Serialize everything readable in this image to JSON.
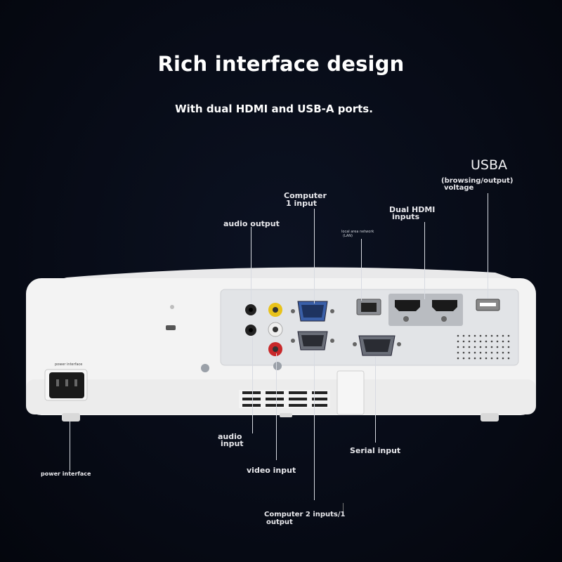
{
  "title": "Rich interface design",
  "subtitle": "With dual HDMI and USB-A ports.",
  "callouts": {
    "usba": "USBA",
    "usba_sub_1": "(browsing/output)",
    "usba_sub_2": "voltage",
    "computer1_line1": "Computer",
    "computer1_line2": "1 input",
    "dual_hdmi_line1": "Dual HDMI",
    "dual_hdmi_line2": "inputs",
    "lan_line1": "local area network",
    "lan_line2": "(LAN)",
    "audio_output": "audio output",
    "audio_input_line1": "audio",
    "audio_input_line2": "input",
    "video_input": "video input",
    "serial_input": "Serial input",
    "power_interface": "power interface",
    "computer2_line1": "Computer 2 inputs/1",
    "computer2_line2": "output",
    "power_small": "power interface"
  },
  "colors": {
    "background": "#070b16",
    "projector_body": "#f2f2f2",
    "port_panel": "#e4e6e9",
    "rca_yellow": "#e8c21a",
    "rca_red": "#c8282a",
    "vga_blue": "#3a5fa8"
  }
}
